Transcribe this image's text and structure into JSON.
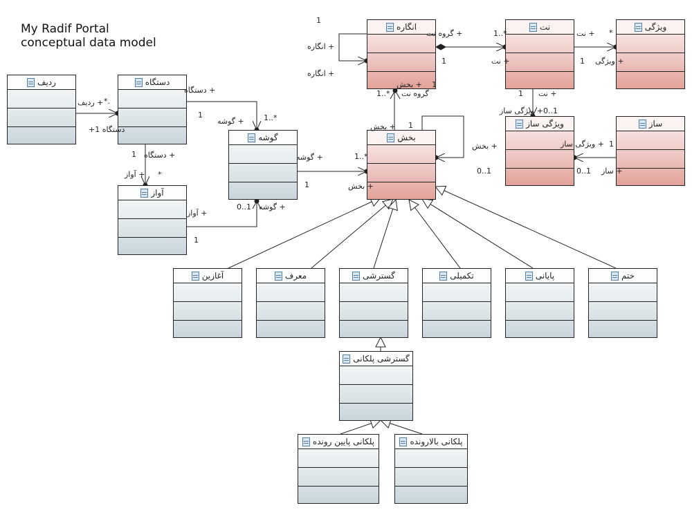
{
  "title": [
    "My Radif Portal",
    "conceptual data model"
  ],
  "classes": {
    "radif": {
      "name": "ردیف",
      "fill": "blue"
    },
    "dastgah": {
      "name": "دستگاه",
      "fill": "blue"
    },
    "avaz": {
      "name": "آواز",
      "fill": "blue"
    },
    "gusheh": {
      "name": "گوشه",
      "fill": "blue"
    },
    "engareh": {
      "name": "انگاره",
      "fill": "red"
    },
    "bakhsh": {
      "name": "بخش",
      "fill": "red"
    },
    "not": {
      "name": "نت",
      "fill": "red"
    },
    "vizhegi": {
      "name": "ویژگی",
      "fill": "red"
    },
    "vizhegi_saz": {
      "name": "ویژگی ساز",
      "fill": "red"
    },
    "saz": {
      "name": "ساز",
      "fill": "red"
    },
    "aghazin": {
      "name": "آغازین",
      "fill": "blue"
    },
    "moarref": {
      "name": "معرف",
      "fill": "blue"
    },
    "gostareshi": {
      "name": "گسترشی",
      "fill": "blue"
    },
    "takmili": {
      "name": "تکمیلی",
      "fill": "blue"
    },
    "payani": {
      "name": "پایانی",
      "fill": "blue"
    },
    "khatm": {
      "name": "ختم",
      "fill": "blue"
    },
    "gostareshi_pellekani": {
      "name": "گسترشی پلکانی",
      "fill": "blue"
    },
    "pellekani_payin": {
      "name": "پلکانی پایین رونده",
      "fill": "blue"
    },
    "pellekani_bala": {
      "name": "پلکانی بالارونده",
      "fill": "blue"
    }
  },
  "labels": {
    "radif_role": "+ ردیف",
    "radif_mult": "*.",
    "dastgah_role_a": "دستگاه 1+",
    "dastgah_role_b": "+ دستگاه",
    "dastgah_gusheh_mult": "1",
    "gusheh_role_a": "+ گوشه",
    "gusheh_mult_a": "1..*",
    "dastgah_avaz_mult": "1",
    "dastgah_role_c": "+ دستگاه",
    "avaz_role_a": "+ آواز",
    "avaz_mult": "*",
    "avaz_role_b": "+ آواز",
    "avaz_mult_b": "1",
    "gusheh_mult_b": "0..1",
    "gusheh_role_b": "+ گوشه",
    "gusheh_role_c": "+ گوشه",
    "gusheh_mult_c": "1",
    "bakhsh_mult_a": "1..*",
    "bakhsh_role_a": "+ بخش",
    "engareh_top_mult": "1",
    "engareh_role_a": "+ انگاره",
    "engareh_role_b": "+ انگاره",
    "goruh_not_role": "+ گروه نت",
    "engareh_not_mult": "1",
    "engareh_bakhsh_role": "+ بخش",
    "engareh_bakhsh_mult": "1",
    "bakhsh_engareh_mult": "1..*",
    "goruh_not_role_b": "گروه نت",
    "bakhsh_role_b": "+ بخش",
    "bakhsh_self_mult": "1",
    "bakhsh_role_c": "+ بخش",
    "bakhsh_self_mult_b": "0..1",
    "not_mult_a": "1..*",
    "not_role_a": "+ نت",
    "not_role_b": "+ نت",
    "not_vizhegi_mult": "1",
    "vizhegi_mult": "*",
    "vizhegi_role": "+ ویژگی",
    "not_vs_mult": "1",
    "not_role_c": "+ نت",
    "vs_role": "+ ویژگی ساز",
    "vs_mult": "0..1",
    "vs_role_b": "+ ویژگی ساز",
    "saz_mult": "1",
    "vs_mult_b": "0..1",
    "saz_role": "+ ساز"
  }
}
